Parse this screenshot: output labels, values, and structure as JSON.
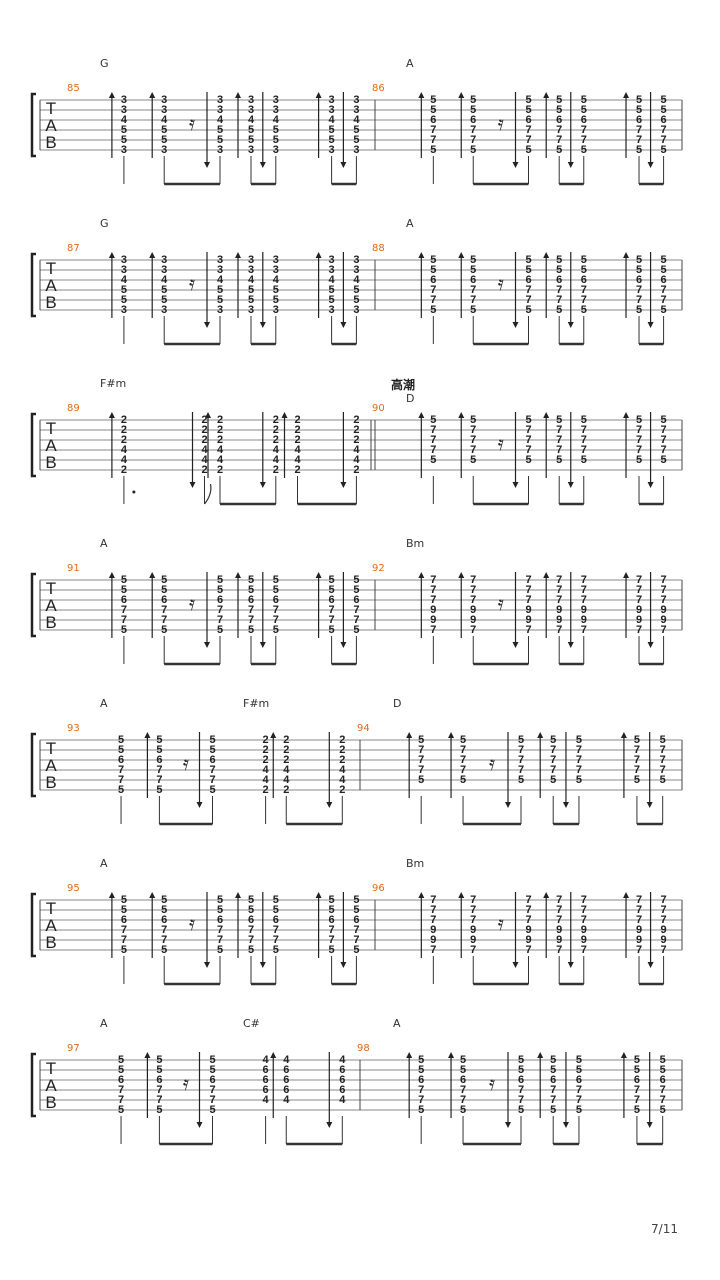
{
  "tab_clef_letters": [
    "T",
    "A",
    "B"
  ],
  "page_number": "7/11",
  "systems": [
    {
      "chords": [
        {
          "label": "G",
          "measure": 0
        },
        {
          "label": "A",
          "measure": 1
        }
      ],
      "measures": [
        {
          "number": "85",
          "pattern": "A",
          "frets": [
            "3",
            "3",
            "4",
            "5",
            "5",
            "3"
          ],
          "alt": [
            "3",
            "3",
            "4",
            "5",
            "5",
            "3"
          ]
        },
        {
          "number": "86",
          "pattern": "A",
          "frets": [
            "5",
            "5",
            "6",
            "7",
            "7",
            "5"
          ],
          "alt": [
            "5",
            "5",
            "6",
            "7",
            "7",
            "5"
          ]
        }
      ]
    },
    {
      "chords": [
        {
          "label": "G",
          "measure": 0
        },
        {
          "label": "A",
          "measure": 1
        }
      ],
      "measures": [
        {
          "number": "87",
          "pattern": "A",
          "frets": [
            "3",
            "3",
            "4",
            "5",
            "5",
            "3"
          ],
          "alt": [
            "3",
            "3",
            "4",
            "5",
            "5",
            "3"
          ]
        },
        {
          "number": "88",
          "pattern": "A",
          "frets": [
            "5",
            "5",
            "6",
            "7",
            "7",
            "5"
          ],
          "alt": [
            "5",
            "5",
            "6",
            "7",
            "7",
            "5"
          ]
        }
      ]
    },
    {
      "chords": [
        {
          "label": "F#m",
          "measure": 0
        },
        {
          "label": "D",
          "measure": 1
        }
      ],
      "section": {
        "label": "高潮",
        "measure": 1
      },
      "measures": [
        {
          "number": "89",
          "pattern": "B",
          "frets": [
            "2",
            "2",
            "2",
            "4",
            "4",
            "2"
          ],
          "alt": [
            "2",
            "2",
            "2",
            "4",
            "4",
            "2"
          ]
        },
        {
          "number": "90",
          "pattern": "A",
          "frets": [
            "5",
            "7",
            "7",
            "7",
            "5",
            ""
          ],
          "alt": [
            "5",
            "7",
            "7",
            "7",
            "5",
            ""
          ]
        }
      ]
    },
    {
      "chords": [
        {
          "label": "A",
          "measure": 0
        },
        {
          "label": "Bm",
          "measure": 1
        }
      ],
      "measures": [
        {
          "number": "91",
          "pattern": "A",
          "frets": [
            "5",
            "5",
            "6",
            "7",
            "7",
            "5"
          ],
          "alt": [
            "5",
            "5",
            "6",
            "7",
            "7",
            "5"
          ]
        },
        {
          "number": "92",
          "pattern": "A",
          "frets": [
            "7",
            "7",
            "7",
            "9",
            "9",
            "7"
          ],
          "alt": [
            "7",
            "7",
            "7",
            "9",
            "9",
            "7"
          ]
        }
      ]
    },
    {
      "chords": [
        {
          "label": "A",
          "measure": 0
        },
        {
          "label": "F#m",
          "measure": 0.5
        },
        {
          "label": "D",
          "measure": 1
        }
      ],
      "measures": [
        {
          "number": "93",
          "pattern": "C",
          "frets": [
            "5",
            "5",
            "6",
            "7",
            "7",
            "5"
          ],
          "alt": [
            "2",
            "2",
            "2",
            "4",
            "4",
            "2"
          ]
        },
        {
          "number": "94",
          "pattern": "A",
          "frets": [
            "5",
            "7",
            "7",
            "7",
            "5",
            ""
          ],
          "alt": [
            "5",
            "7",
            "7",
            "7",
            "5",
            ""
          ]
        }
      ]
    },
    {
      "chords": [
        {
          "label": "A",
          "measure": 0
        },
        {
          "label": "Bm",
          "measure": 1
        }
      ],
      "measures": [
        {
          "number": "95",
          "pattern": "A",
          "frets": [
            "5",
            "5",
            "6",
            "7",
            "7",
            "5"
          ],
          "alt": [
            "5",
            "5",
            "6",
            "7",
            "7",
            "5"
          ]
        },
        {
          "number": "96",
          "pattern": "A",
          "frets": [
            "7",
            "7",
            "7",
            "9",
            "9",
            "7"
          ],
          "alt": [
            "7",
            "7",
            "7",
            "9",
            "9",
            "7"
          ]
        }
      ]
    },
    {
      "chords": [
        {
          "label": "A",
          "measure": 0
        },
        {
          "label": "C#",
          "measure": 0.5
        },
        {
          "label": "A",
          "measure": 1
        }
      ],
      "measures": [
        {
          "number": "97",
          "pattern": "C",
          "frets": [
            "5",
            "5",
            "6",
            "7",
            "7",
            "5"
          ],
          "alt": [
            "4",
            "6",
            "6",
            "6",
            "4",
            ""
          ]
        },
        {
          "number": "98",
          "pattern": "A",
          "frets": [
            "5",
            "5",
            "6",
            "7",
            "7",
            "5"
          ],
          "alt": [
            "5",
            "5",
            "6",
            "7",
            "7",
            "5"
          ]
        }
      ]
    }
  ]
}
